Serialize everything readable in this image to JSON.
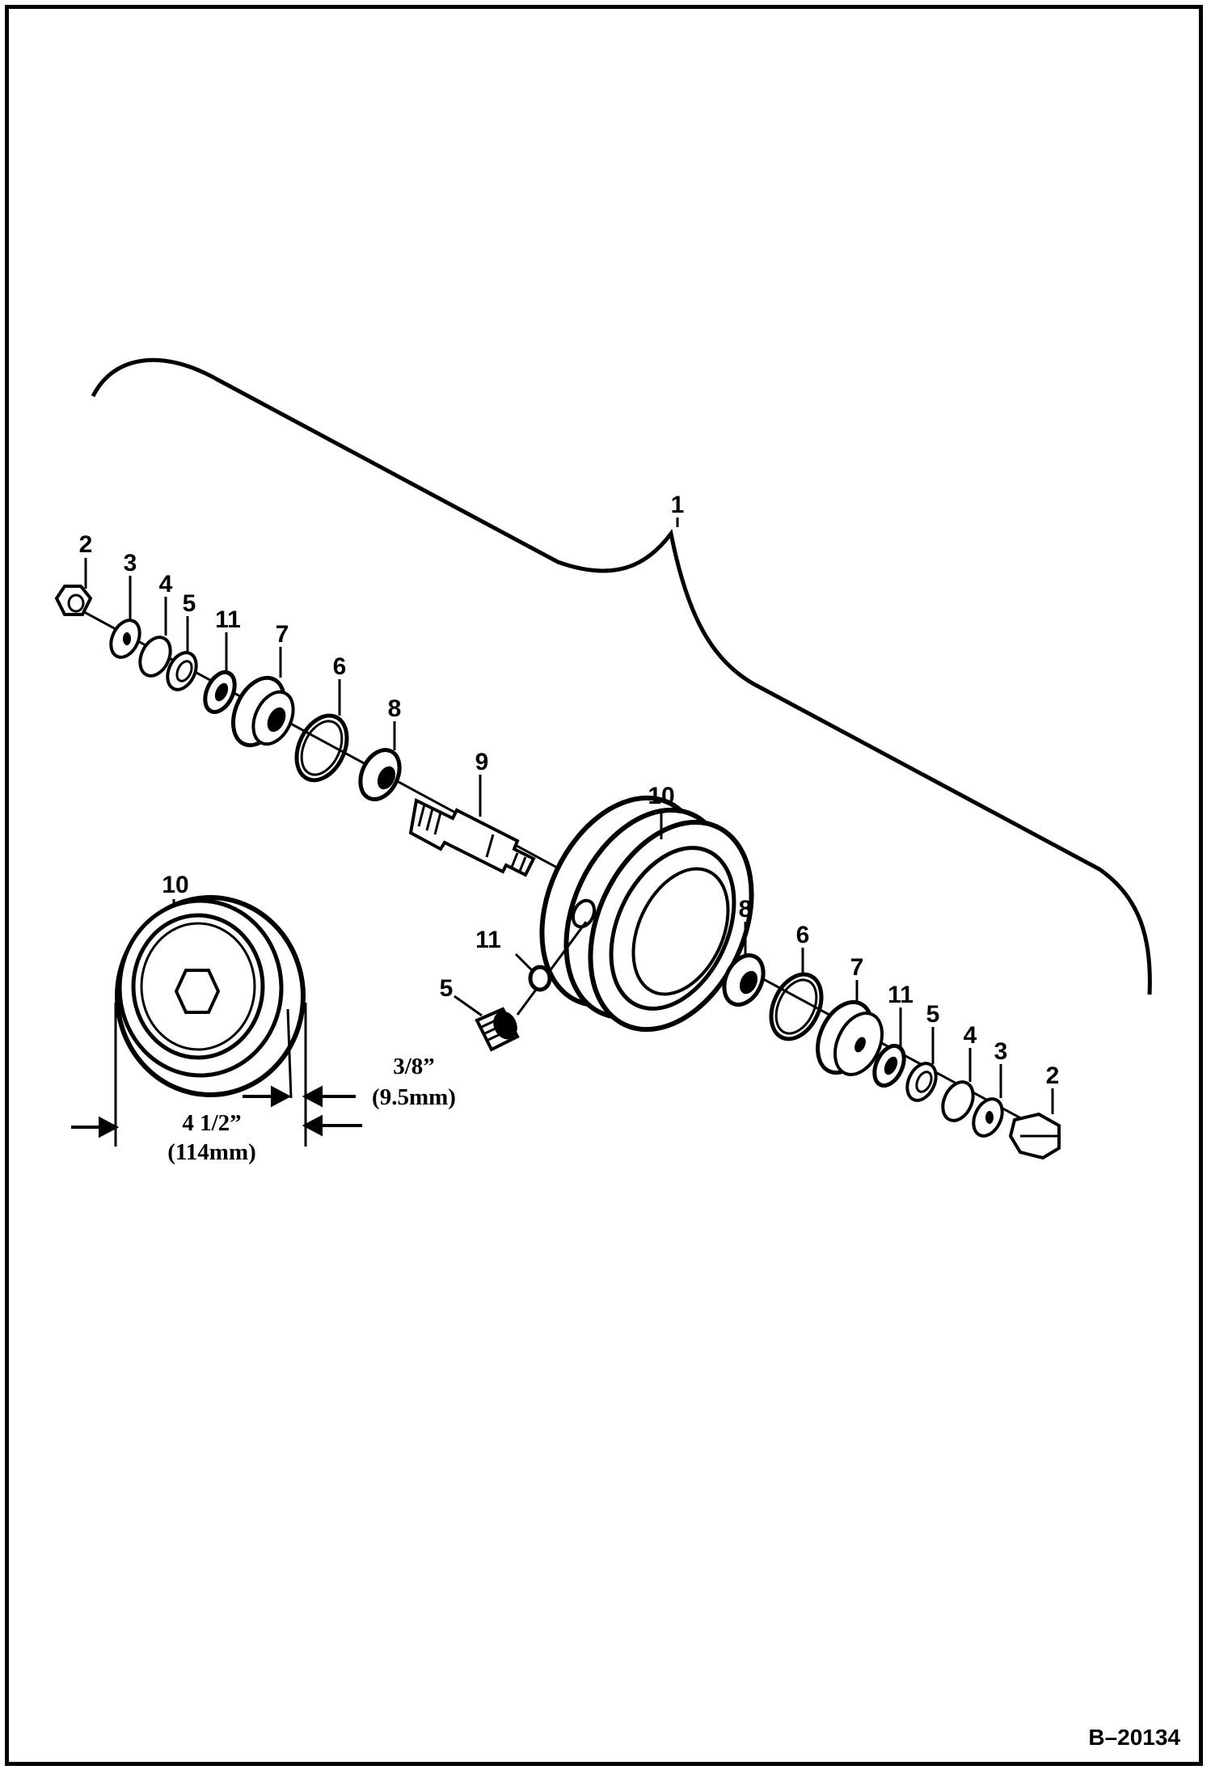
{
  "figure_id": "B–20134",
  "assembly_label": "1",
  "callouts_left": [
    "2",
    "3",
    "4",
    "5",
    "11",
    "7",
    "6",
    "8",
    "9"
  ],
  "callouts_center": [
    "10",
    "11",
    "5"
  ],
  "callouts_right": [
    "8",
    "6",
    "7",
    "11",
    "5",
    "4",
    "3",
    "2"
  ],
  "detail": {
    "part_label": "10",
    "diameter_text": "4 1/2”",
    "diameter_metric": "(114mm)",
    "flange_text": "3/8”",
    "flange_metric": "(9.5mm)"
  }
}
